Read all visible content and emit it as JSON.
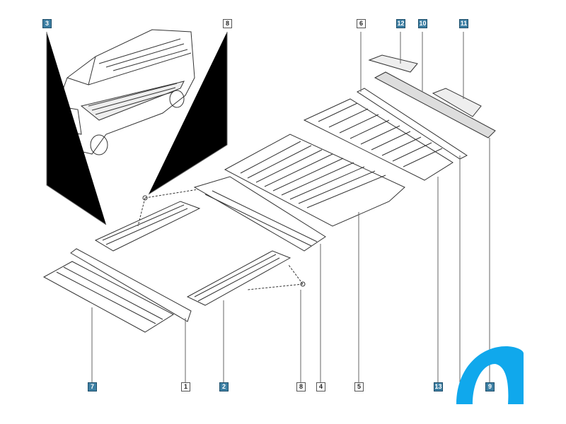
{
  "diagram": {
    "type": "exploded parts diagram - van floor panels",
    "accent_color": "#3d7fa3",
    "arc_color": "#10a8ec",
    "callouts": [
      {
        "id": "c3",
        "label": "3",
        "highlighted": true
      },
      {
        "id": "c8top",
        "label": "8",
        "highlighted": false
      },
      {
        "id": "c6",
        "label": "6",
        "highlighted": false
      },
      {
        "id": "c12",
        "label": "12",
        "highlighted": true
      },
      {
        "id": "c10",
        "label": "10",
        "highlighted": true
      },
      {
        "id": "c11",
        "label": "11",
        "highlighted": true
      },
      {
        "id": "c7",
        "label": "7",
        "highlighted": true
      },
      {
        "id": "c1",
        "label": "1",
        "highlighted": false
      },
      {
        "id": "c2",
        "label": "2",
        "highlighted": true
      },
      {
        "id": "c8bot",
        "label": "8",
        "highlighted": false
      },
      {
        "id": "c4",
        "label": "4",
        "highlighted": false
      },
      {
        "id": "c5",
        "label": "5",
        "highlighted": false
      },
      {
        "id": "c13",
        "label": "13",
        "highlighted": true
      },
      {
        "id": "c9",
        "label": "9",
        "highlighted": true
      }
    ]
  }
}
